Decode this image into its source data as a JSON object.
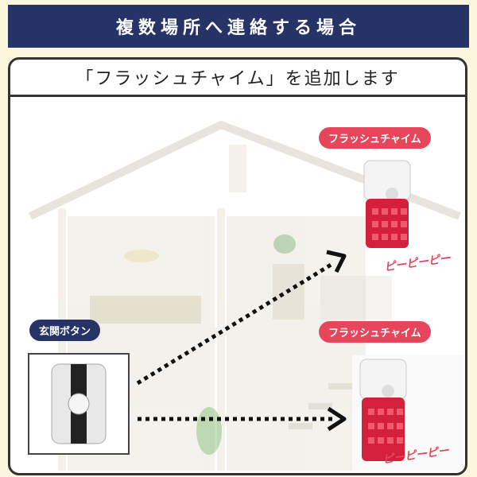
{
  "banner": {
    "title": "複数場所へ連絡する場合"
  },
  "subtitle": "「フラッシュチャイム」を追加します",
  "devices": {
    "chime_top_label": "フラッシュチャイム",
    "chime_bottom_label": "フラッシュチャイム",
    "button_label": "玄関ボタン",
    "sound_top": "ピーピーピー",
    "sound_bottom": "ピーピーピー"
  },
  "colors": {
    "navy": "#253367",
    "accent": "#e5465b",
    "background": "#fbf7dc"
  }
}
